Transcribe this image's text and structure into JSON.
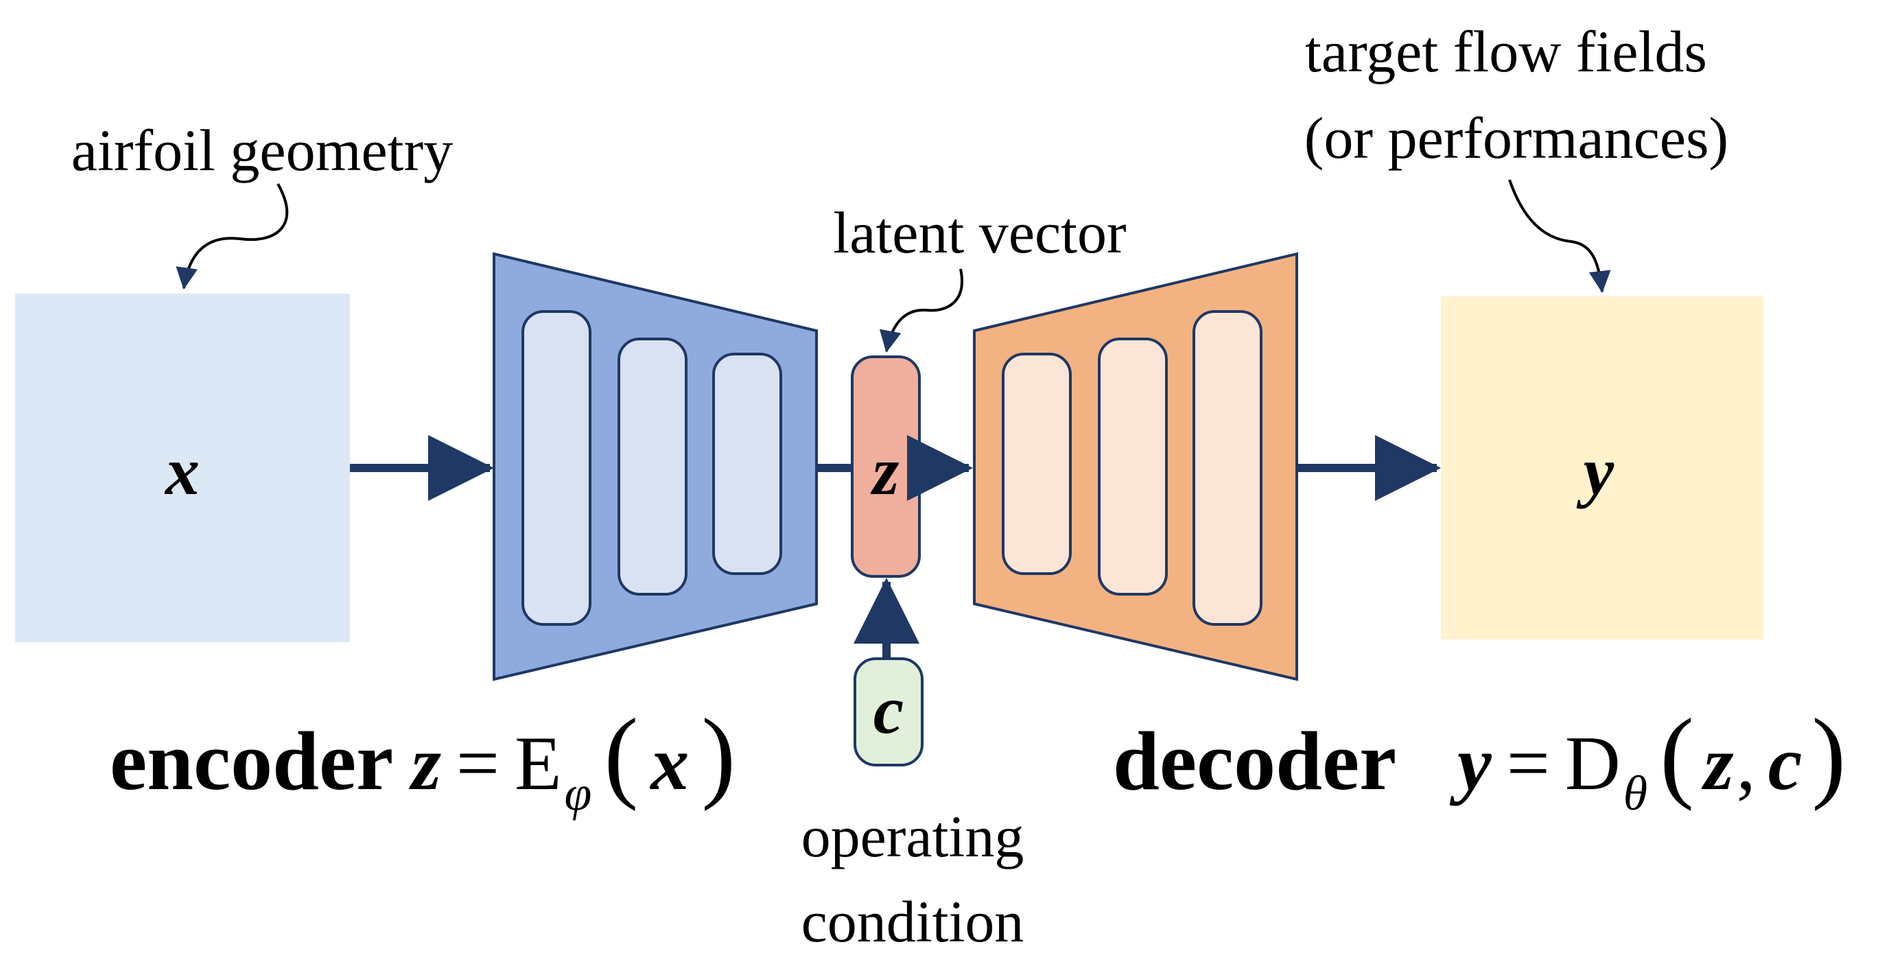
{
  "input": {
    "caption": "airfoil geometry",
    "symbol": "x",
    "fill": "#dce8f5"
  },
  "encoder": {
    "label": "encoder",
    "equation": {
      "lhs": "z",
      "eq": "=",
      "op": "E",
      "sub": "φ",
      "arg": "x"
    },
    "fill": "#8fabde",
    "layer_fill": "#d9e2f3"
  },
  "latent": {
    "caption": "latent vector",
    "symbol": "z",
    "fill": "#efaf9c"
  },
  "condition": {
    "symbol": "c",
    "caption_line1": "operating",
    "caption_line2": "condition",
    "fill": "#e2efda"
  },
  "decoder": {
    "label": "decoder",
    "equation": {
      "lhs": "y",
      "eq": "=",
      "op": "D",
      "sub": "θ",
      "arg1": "z",
      "comma": ",",
      "arg2": "c"
    },
    "fill": "#f3b282",
    "layer_fill": "#fbe5d6"
  },
  "output": {
    "caption_line1": "target flow fields",
    "caption_line2": "(or performances)",
    "symbol": "y",
    "fill": "#fff2cc"
  },
  "colors": {
    "arrow": "#1f3864",
    "stroke": "#1f3864"
  }
}
